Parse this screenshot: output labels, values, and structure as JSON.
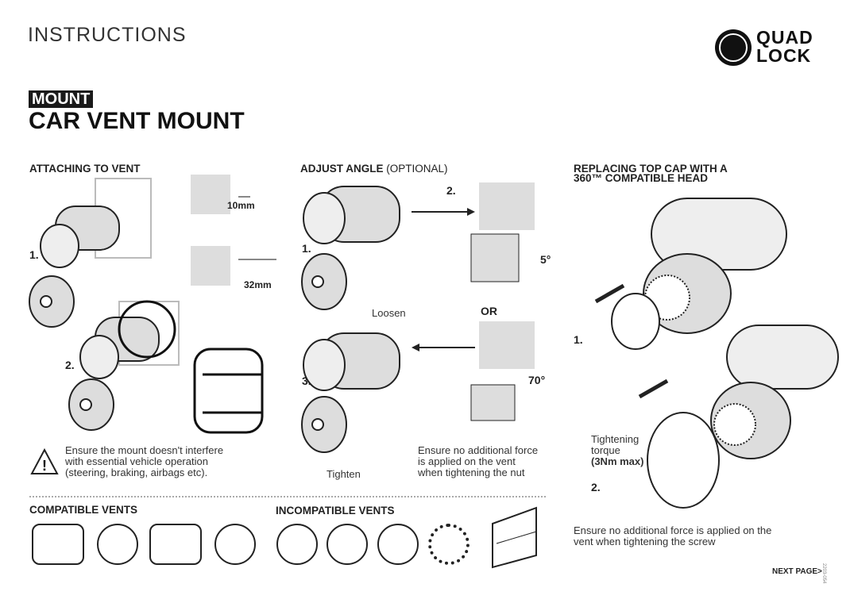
{
  "header": {
    "title": "INSTRUCTIONS",
    "badge": "MOUNT",
    "product_title": "CAR VENT MOUNT",
    "logo_text": "QUAD LOCK"
  },
  "sections": {
    "attach": {
      "title": "ATTACHING TO VENT",
      "step1": "1.",
      "step2": "2.",
      "dim1": "10mm",
      "dim2": "32mm",
      "warning": [
        "Ensure the mount doesn't interfere",
        "with essential vehicle operation",
        "(steering, braking, airbags etc)."
      ]
    },
    "adjust": {
      "title": "ADJUST ANGLE",
      "optional": "(OPTIONAL)",
      "step1": "1.",
      "step2": "2.",
      "step3": "3.",
      "loosen": "Loosen",
      "tighten": "Tighten",
      "or": "OR",
      "angle1": "5°",
      "angle2": "70°",
      "note": [
        "Ensure no additional force",
        "is applied on the vent",
        "when tightening the nut"
      ]
    },
    "replace": {
      "title_line1": "REPLACING TOP CAP WITH A",
      "title_line2": "360™ COMPATIBLE HEAD",
      "step1": "1.",
      "step2": "2.",
      "torque_label": "Tightening",
      "torque_label2": "torque",
      "torque_value": "(3Nm max)",
      "note": [
        "Ensure no additional force is applied on the",
        "vent when tightening the screw"
      ]
    }
  },
  "vents": {
    "compatible": "COMPATIBLE VENTS",
    "incompatible": "INCOMPATIBLE VENTS"
  },
  "footer": {
    "next": "NEXT PAGE>",
    "code": "2203-054"
  }
}
